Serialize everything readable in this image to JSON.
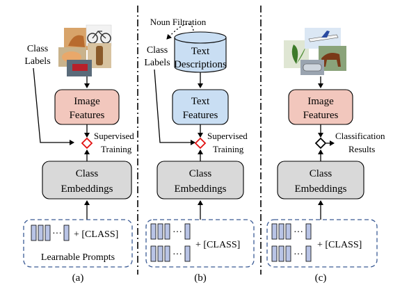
{
  "panels": {
    "a": {
      "class_labels": "Class Labels",
      "image_features": [
        "Image",
        "Features"
      ],
      "supervised": "Supervised",
      "training": "Training",
      "class_embeddings": [
        "Class",
        "Embeddings"
      ],
      "prompt_label": "+ [CLASS]",
      "learnable": "Learnable Prompts",
      "caption": "(a)"
    },
    "b": {
      "noun_filtration": "Noun Filtration",
      "class_labels": "Class Labels",
      "text_descriptions": [
        "Text",
        "Descriptions"
      ],
      "text_features": [
        "Text",
        "Features"
      ],
      "supervised": "Supervised",
      "training": "Training",
      "class_embeddings": [
        "Class",
        "Embeddings"
      ],
      "prompt_label": "+ [CLASS]",
      "caption": "(b)"
    },
    "c": {
      "image_features": [
        "Image",
        "Features"
      ],
      "classification": "Classification",
      "results": "Results",
      "class_embeddings": [
        "Class",
        "Embeddings"
      ],
      "prompt_label": "+ [CLASS]",
      "caption": "(c)"
    }
  },
  "ellipsis": "···",
  "colors": {
    "image_box": "#f2c7bd",
    "text_box": "#c9def3",
    "embed_box": "#d9d9d9",
    "prompt_token": "#b9c4e6",
    "dash_border": "#3a5a94",
    "diamond_red": "#e11010",
    "diamond_black": "#000000"
  }
}
